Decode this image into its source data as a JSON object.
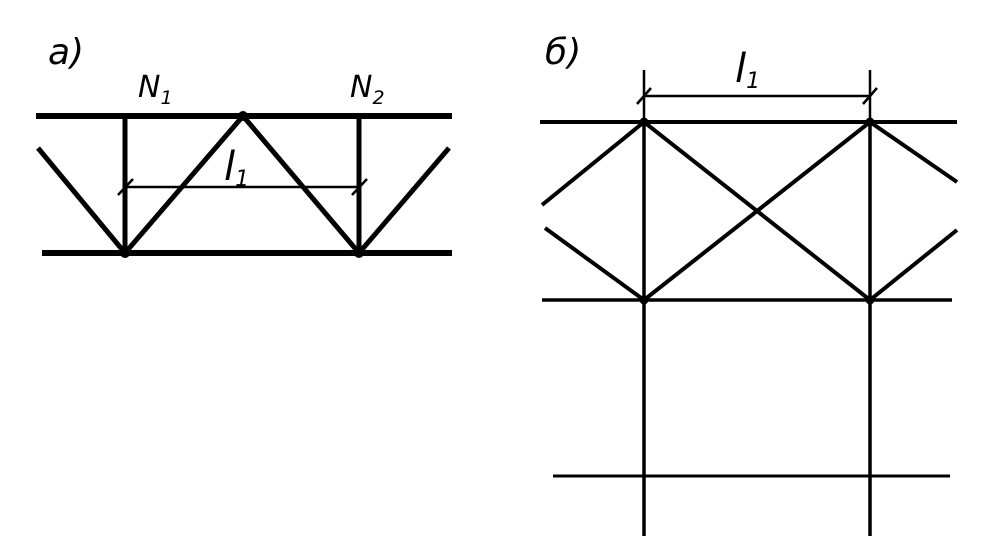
{
  "diagram": {
    "panel_a": {
      "label": "а)",
      "node_left": {
        "letter": "N",
        "sub": "1"
      },
      "node_right": {
        "letter": "N",
        "sub": "2"
      },
      "dimension": {
        "letter": "l",
        "sub": "1"
      }
    },
    "panel_b": {
      "label": "б)",
      "dimension": {
        "letter": "l",
        "sub": "1"
      }
    },
    "colors": {
      "ink": "#000000",
      "background": "#ffffff"
    }
  }
}
